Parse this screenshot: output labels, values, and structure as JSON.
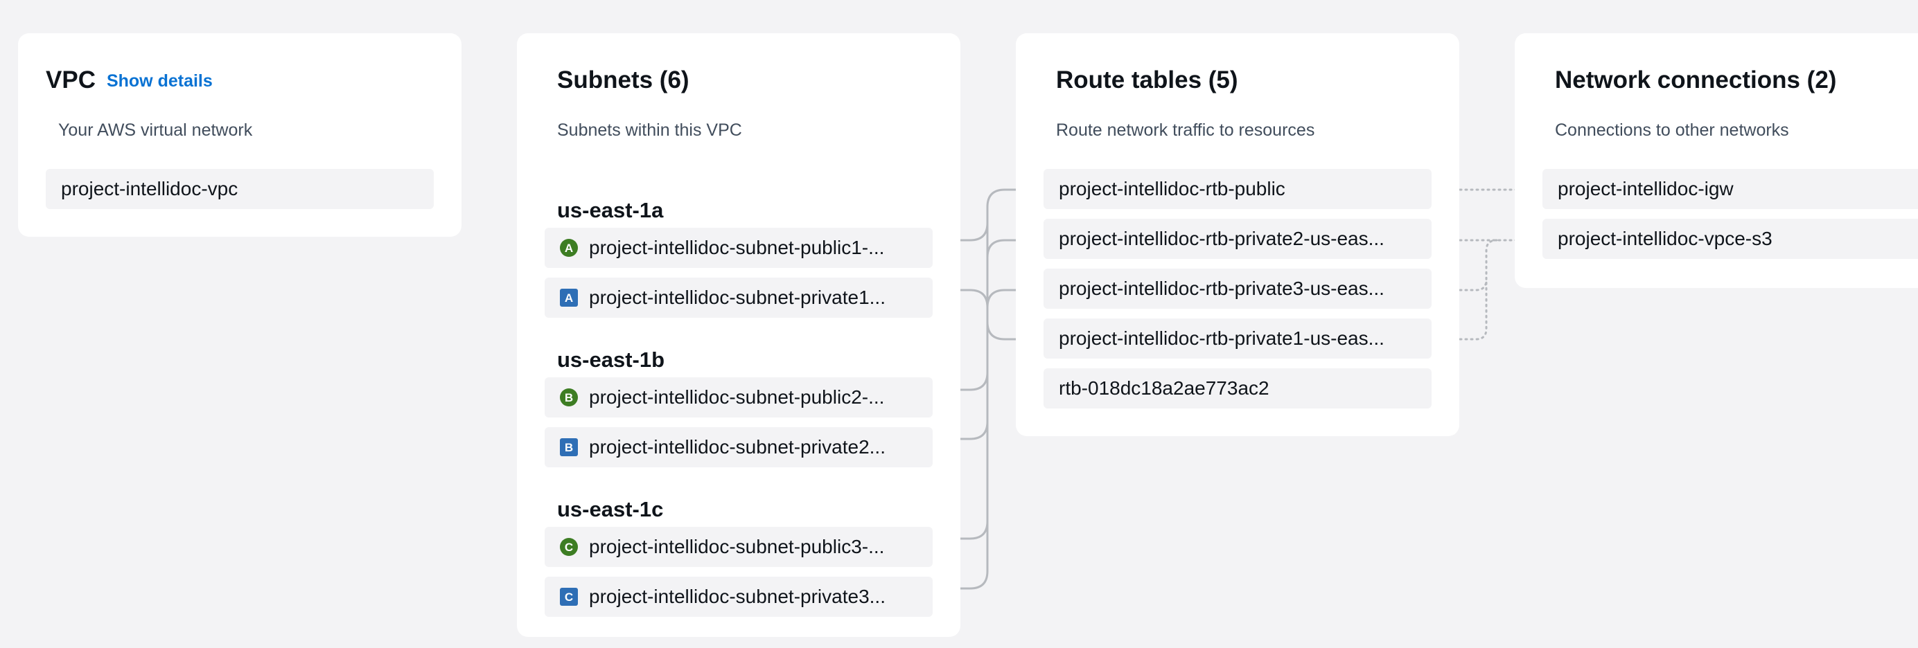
{
  "vpc": {
    "title": "VPC",
    "show_details": "Show details",
    "description": "Your AWS virtual network",
    "name": "project-intellidoc-vpc"
  },
  "subnets": {
    "title": "Subnets (6)",
    "description": "Subnets within this VPC",
    "zones": [
      {
        "label": "us-east-1a",
        "items": [
          {
            "badge": "A",
            "kind": "public",
            "label": "project-intellidoc-subnet-public1-..."
          },
          {
            "badge": "A",
            "kind": "private",
            "label": "project-intellidoc-subnet-private1..."
          }
        ]
      },
      {
        "label": "us-east-1b",
        "items": [
          {
            "badge": "B",
            "kind": "public",
            "label": "project-intellidoc-subnet-public2-..."
          },
          {
            "badge": "B",
            "kind": "private",
            "label": "project-intellidoc-subnet-private2..."
          }
        ]
      },
      {
        "label": "us-east-1c",
        "items": [
          {
            "badge": "C",
            "kind": "public",
            "label": "project-intellidoc-subnet-public3-..."
          },
          {
            "badge": "C",
            "kind": "private",
            "label": "project-intellidoc-subnet-private3..."
          }
        ]
      }
    ]
  },
  "route_tables": {
    "title": "Route tables (5)",
    "description": "Route network traffic to resources",
    "items": [
      {
        "label": "project-intellidoc-rtb-public"
      },
      {
        "label": "project-intellidoc-rtb-private2-us-eas..."
      },
      {
        "label": "project-intellidoc-rtb-private3-us-eas..."
      },
      {
        "label": "project-intellidoc-rtb-private1-us-eas..."
      },
      {
        "label": "rtb-018dc18a2ae773ac2"
      }
    ]
  },
  "network_connections": {
    "title": "Network connections (2)",
    "description": "Connections to other networks",
    "items": [
      {
        "label": "project-intellidoc-igw"
      },
      {
        "label": "project-intellidoc-vpce-s3"
      }
    ]
  },
  "colors": {
    "background": "#f3f3f5",
    "link_blue": "#0972d3",
    "public_badge": "#3d7d23",
    "private_badge": "#2e6eb5",
    "connector": "#b6b9be"
  }
}
